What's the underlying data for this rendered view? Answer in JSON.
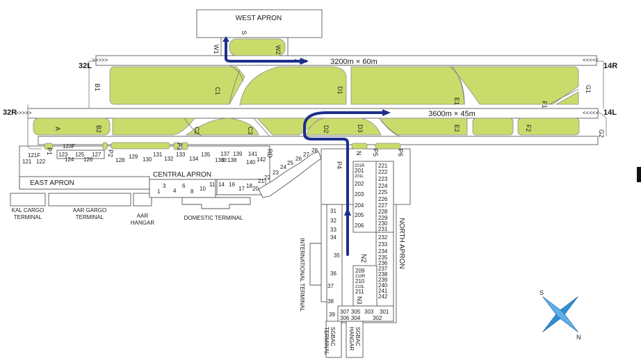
{
  "aprons": {
    "west": "WEST APRON",
    "east": "EAST APRON",
    "central": "CENTRAL APRON",
    "north": "NORTH APRON"
  },
  "terminals": {
    "domestic": "DOMESTIC TERMINAL",
    "international": "INTERNATIONAL TERMINAL",
    "kal_cargo": [
      "KAL CARGO",
      "TERMINAL"
    ],
    "aar_cargo": [
      "AAR GARGO",
      "TERMINAL"
    ],
    "aar_hangar": [
      "AAR",
      "HANGAR"
    ],
    "sgbac_terminal": [
      "SGBAC",
      "TERMINAL"
    ],
    "sgbac_hangar": [
      "SGBAC",
      "HANGAR"
    ]
  },
  "runways": {
    "north_label": "3200m × 60m",
    "south_label": "3600m × 45m",
    "ends": {
      "r32l": "32L",
      "r32r": "32R",
      "r14r": "14R",
      "r14l": "14L"
    },
    "arrows_right": ">>>>>",
    "arrows_left": "<<<<<"
  },
  "taxiways": [
    "S",
    "W1",
    "W2",
    "B1",
    "C1",
    "D1",
    "E1",
    "F1",
    "G1",
    "A",
    "B2",
    "C2",
    "C3",
    "D2",
    "D3",
    "E2",
    "F2",
    "G2",
    "P1",
    "P2",
    "P3",
    "R",
    "RD",
    "P4",
    "N",
    "P5",
    "P6",
    "N2",
    "N3"
  ],
  "stands": {
    "east_row1": [
      "121F",
      "121",
      "122",
      "123F",
      "123",
      "125",
      "127",
      "124",
      "126"
    ],
    "east_row2": [
      "128",
      "129",
      "130",
      "131",
      "132",
      "133",
      "134",
      "135",
      "136",
      "137",
      "138",
      "139",
      "140",
      "141",
      "142"
    ],
    "central": [
      "1",
      "3",
      "4",
      "6",
      "8",
      "10",
      "11",
      "14",
      "16",
      "17",
      "18",
      "20",
      "21",
      "22",
      "23",
      "24",
      "25",
      "26",
      "27",
      "28"
    ],
    "international": [
      "31",
      "32",
      "33",
      "34",
      "35",
      "36",
      "37",
      "38",
      "39"
    ],
    "north_left": [
      "201R",
      "201",
      "201L",
      "202",
      "203",
      "204",
      "205",
      "206"
    ],
    "north_right": [
      "221",
      "222",
      "223",
      "224",
      "225",
      "226",
      "227",
      "228",
      "229",
      "230",
      "231",
      "232",
      "233",
      "234",
      "235",
      "236",
      "237",
      "238",
      "239",
      "240",
      "241",
      "242"
    ],
    "north_mid": [
      "209",
      "210R",
      "210",
      "210L",
      "211"
    ],
    "south": [
      "307",
      "305",
      "303",
      "301",
      "306",
      "304",
      "302"
    ]
  },
  "compass": {
    "north": "N",
    "south": "S"
  },
  "colors": {
    "grass": "#c9dc6b",
    "route": "#1e2f8c",
    "compass": "#2f8fd6"
  }
}
